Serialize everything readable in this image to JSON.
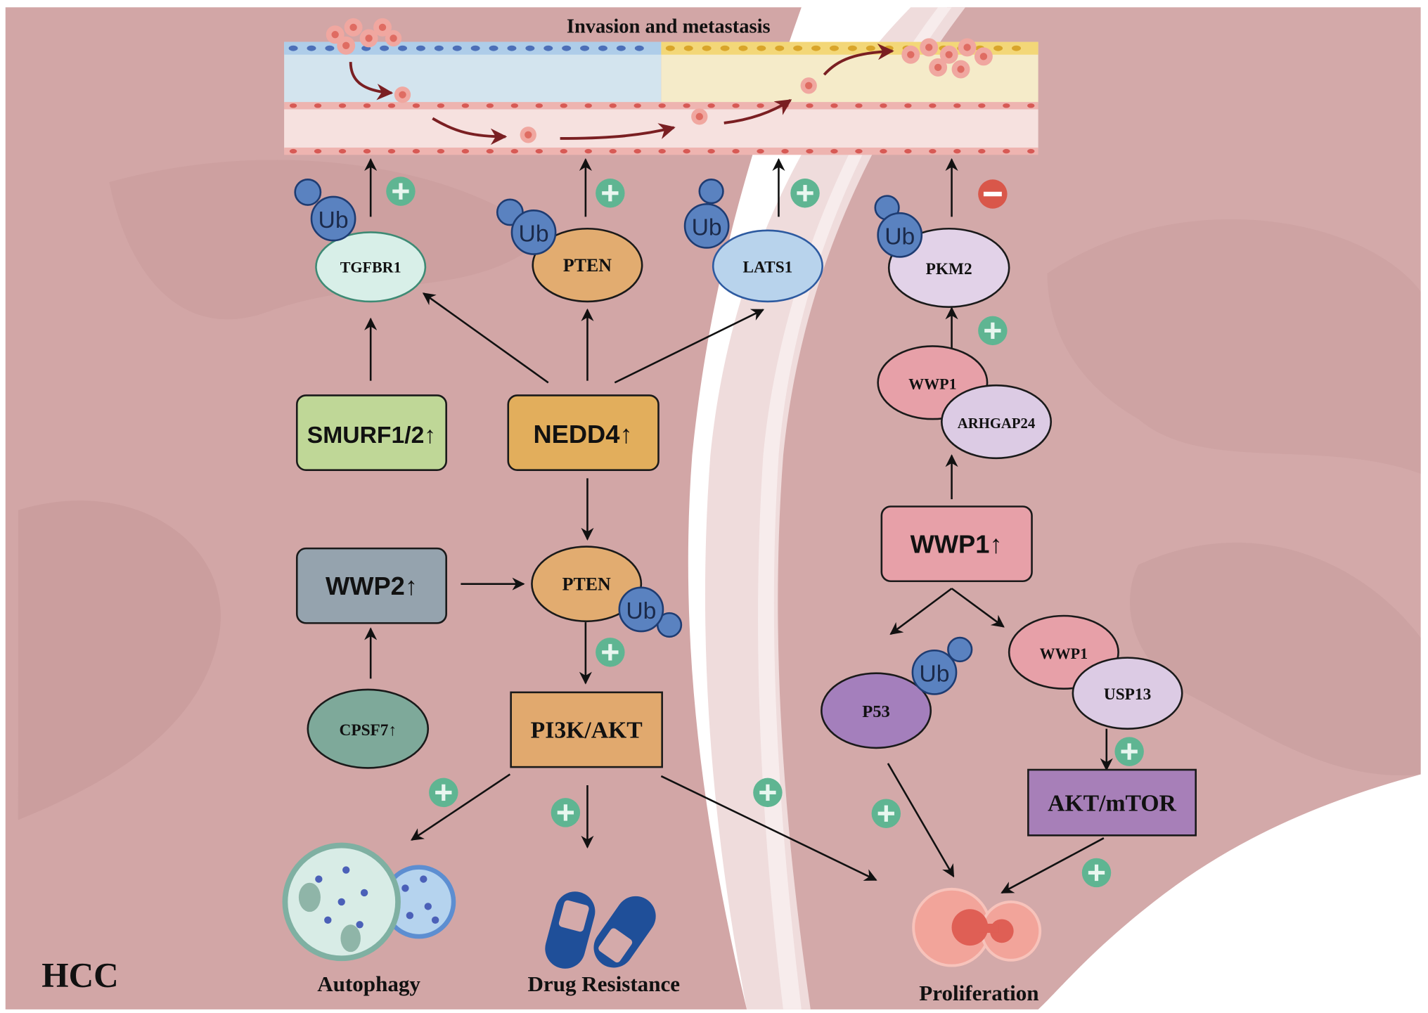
{
  "figure": {
    "title": "Invasion and metastasis",
    "corner_label": "HCC"
  },
  "nodes": {
    "tgfbr1": "TGFBR1",
    "pten_top": "PTEN",
    "lats1": "LATS1",
    "pkm2": "PKM2",
    "smurf": "SMURF1/2↑",
    "nedd4": "NEDD4↑",
    "wwp2": "WWP2↑",
    "pten_mid": "PTEN",
    "cpsf7": "CPSF7↑",
    "pi3k": "PI3K/AKT",
    "wwp1_complex_a": "WWP1",
    "arhgap24": "ARHGAP24",
    "wwp1_box": "WWP1↑",
    "p53": "P53",
    "wwp1_complex_b": "WWP1",
    "usp13": "USP13",
    "akt_mtor": "AKT/mTOR"
  },
  "ubiquitin_label": "Ub",
  "signs": {
    "plus": "+",
    "minus": "−"
  },
  "outcomes": {
    "autophagy": "Autophagy",
    "drug_resistance": "Drug Resistance",
    "proliferation": "Proliferation"
  },
  "colors": {
    "tissue": "#d4aaaa",
    "tissue_dark": "#c79c9c",
    "vessel_band": "#f0dede",
    "plus_badge": "#5fb592",
    "minus_badge": "#d9574a",
    "ubiquitin": "#5a82c0",
    "tgfbr1": "#d8efe8",
    "pten": "#e2ac70",
    "lats1": "#b8d3ec",
    "pkm2": "#e2d2e8",
    "smurf": "#bfd797",
    "nedd4": "#e2ae5c",
    "wwp2": "#95a3ae",
    "cpsf7": "#7ea99a",
    "pi3k": "#e1a96e",
    "wwp1": "#e7a0a8",
    "arhgap24": "#dccbe4",
    "p53": "#a47fbc",
    "usp13": "#dccbe4",
    "akt_mtor": "#a77fb8"
  }
}
